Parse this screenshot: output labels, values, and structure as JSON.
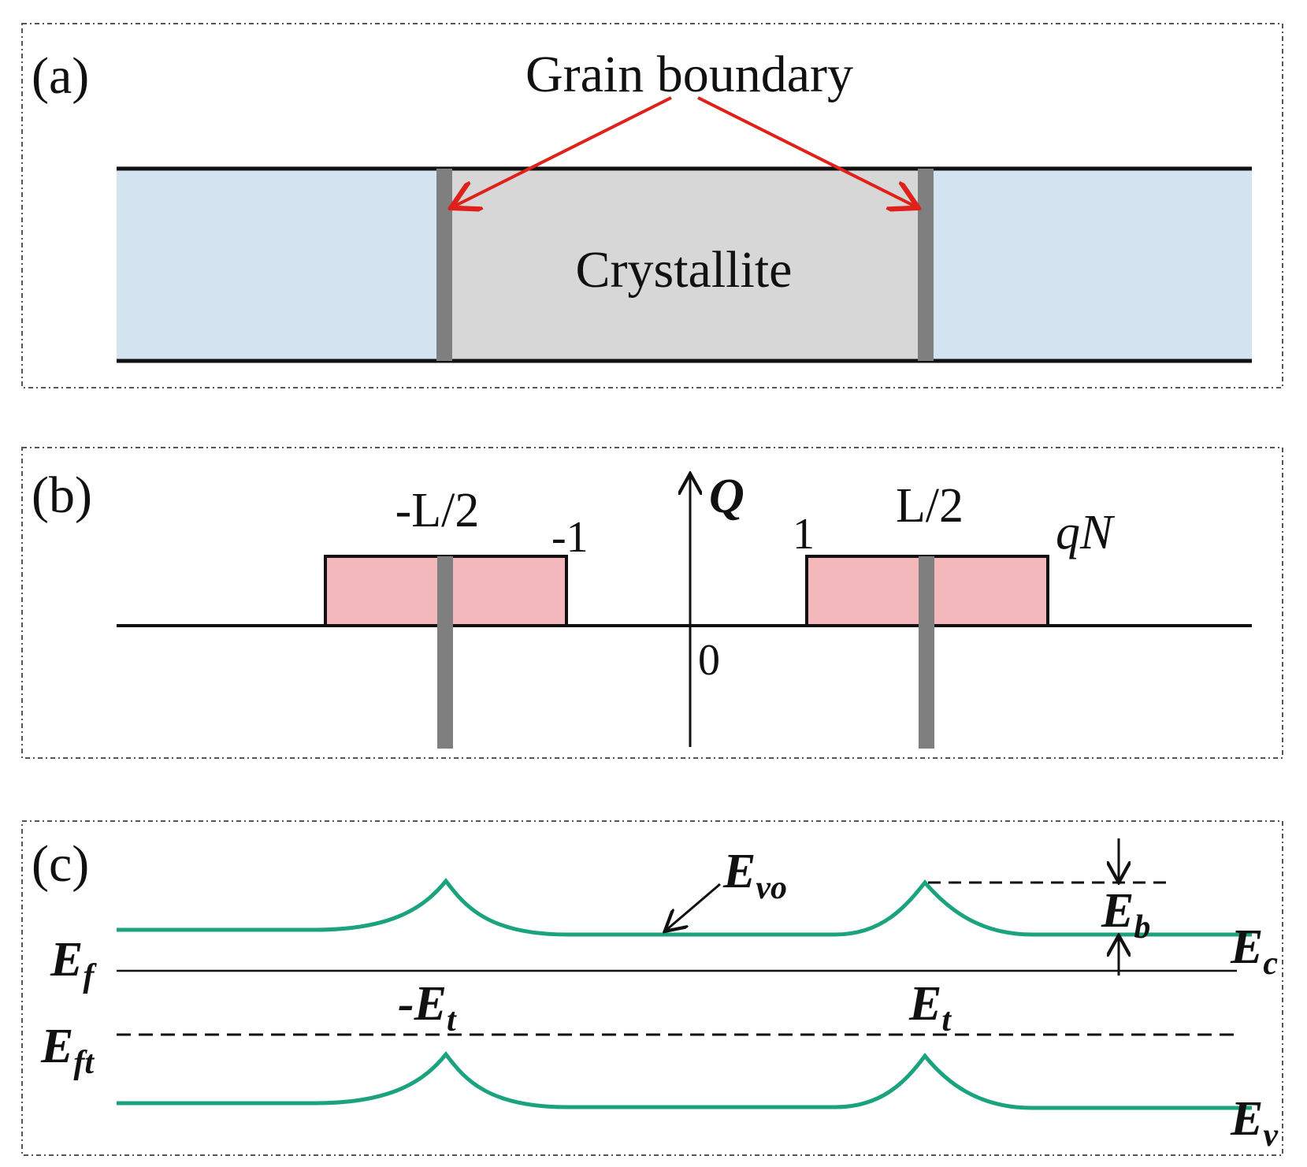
{
  "colors": {
    "background": "#ffffff",
    "grain_fill": "#d3e3f0",
    "crystallite_fill": "#d7d7d7",
    "boundary_bar": "#7f7f7f",
    "charge_fill": "#f2b8bc",
    "arrow_red": "#e0201b",
    "band_green": "#1aa37e",
    "frame_dash": "#555555",
    "ink": "#111111"
  },
  "panel_a": {
    "tag": "(a)",
    "grain_boundary_label": "Grain boundary",
    "crystallite_label": "Crystallite"
  },
  "panel_b": {
    "tag": "(b)",
    "axis_label": "Q",
    "minus_half_L": "-L/2",
    "half_L": "L/2",
    "minus_one": "-1",
    "one": "1",
    "charge_label": "qN",
    "origin": "0"
  },
  "panel_c": {
    "tag": "(c)",
    "Ef": {
      "main": "E",
      "sub": "f"
    },
    "Eft": {
      "main": "E",
      "sub": "ft"
    },
    "minus_Et": {
      "main": "-E",
      "sub": "t"
    },
    "Et": {
      "main": "E",
      "sub": "t"
    },
    "Evo": {
      "main": "E",
      "sub": "vo"
    },
    "Eb": {
      "main": "E",
      "sub": "b"
    },
    "Ec": {
      "main": "E",
      "sub": "c"
    },
    "Ev": {
      "main": "E",
      "sub": "v"
    }
  }
}
